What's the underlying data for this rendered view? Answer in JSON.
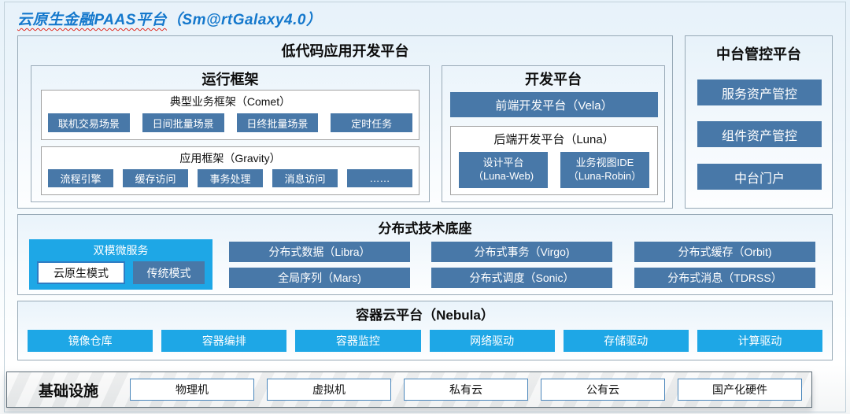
{
  "title": {
    "part1": "云原生金融PAAS平台",
    "part2": "（Sm@rtGalaxy4.0）"
  },
  "lowcode": {
    "title": "低代码应用开发平台",
    "runtime": {
      "title": "运行框架",
      "comet": {
        "label": "典型业务框架（Comet）",
        "buttons": [
          "联机交易场景",
          "日间批量场景",
          "日终批量场景",
          "定时任务"
        ]
      },
      "gravity": {
        "label": "应用框架（Gravity）",
        "buttons": [
          "流程引擎",
          "缓存访问",
          "事务处理",
          "消息访问",
          "……"
        ]
      }
    },
    "dev": {
      "title": "开发平台",
      "vela": "前端开发平台（Vela）",
      "luna": {
        "label": "后端开发平台（Luna）",
        "buttons": [
          {
            "line1": "设计平台",
            "line2": "（Luna-Web)"
          },
          {
            "line1": "业务视图IDE",
            "line2": "（Luna-Robin）"
          }
        ]
      }
    }
  },
  "mgmt": {
    "title": "中台管控平台",
    "buttons": [
      "服务资产管控",
      "组件资产管控",
      "中台门户"
    ]
  },
  "distributed": {
    "title": "分布式技术底座",
    "dual": {
      "title": "双模微服务",
      "cloud_native": "云原生模式",
      "traditional": "传统模式"
    },
    "row1": [
      "分布式数据（Libra）",
      "分布式事务（Virgo)",
      "分布式缓存（Orbit)"
    ],
    "row2": [
      "全局序列（Mars)",
      "分布式调度（Sonic）",
      "分布式消息（TDRSS）"
    ]
  },
  "nebula": {
    "title": "容器云平台（Nebula）",
    "buttons": [
      "镜像仓库",
      "容器编排",
      "容器监控",
      "网络驱动",
      "存储驱动",
      "计算驱动"
    ]
  },
  "infra": {
    "title": "基础设施",
    "boxes": [
      "物理机",
      "虚拟机",
      "私有云",
      "公有云",
      "国产化硬件"
    ]
  },
  "colors": {
    "steel_blue": "#4878a8",
    "cyan": "#1ea7e6",
    "title_blue": "#1478cc",
    "underline_red": "#e02b20"
  }
}
